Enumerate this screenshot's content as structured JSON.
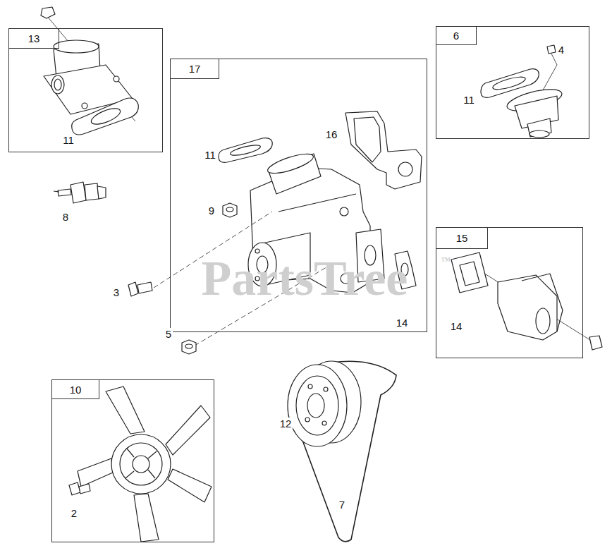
{
  "diagram": {
    "nodes": [
      {
        "text": [
          "13"
        ]
      },
      {
        "text": [
          "17"
        ]
      },
      {
        "text": [
          "6"
        ]
      },
      {
        "text": [
          "15"
        ]
      },
      {
        "text": [
          "10"
        ]
      }
    ],
    "labels": [
      "11",
      "8",
      "3",
      "5",
      "11",
      "9",
      "16",
      "14",
      "4",
      "11",
      "14",
      "2",
      "12",
      "7",
      "PartsTree",
      "™"
    ]
  }
}
